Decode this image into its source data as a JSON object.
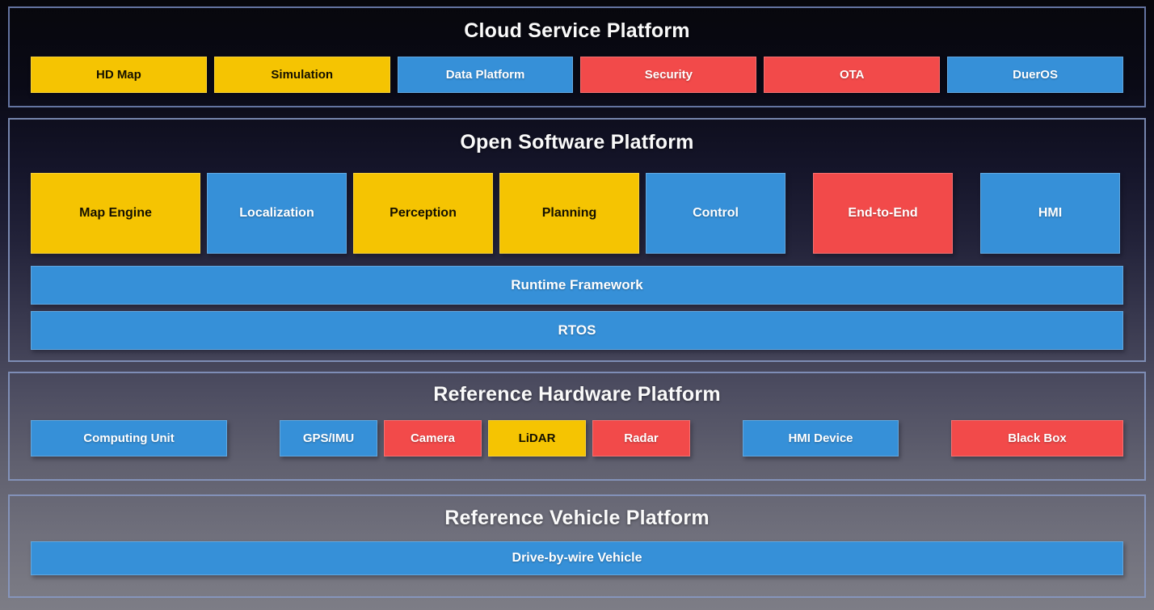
{
  "palette": {
    "yellow": "#F5C402",
    "blue": "#3690D8",
    "red": "#F24A4A",
    "panel_border": "#889AC6",
    "title_text": "#FAFAFA",
    "background_top": "#07070C",
    "background_bottom": "#7D7D86"
  },
  "sections": [
    {
      "title": "Cloud Service Platform",
      "boxes": [
        {
          "label": "HD Map",
          "color": "yellow"
        },
        {
          "label": "Simulation",
          "color": "yellow"
        },
        {
          "label": "Data Platform",
          "color": "blue"
        },
        {
          "label": "Security",
          "color": "red"
        },
        {
          "label": "OTA",
          "color": "red"
        },
        {
          "label": "DuerOS",
          "color": "blue"
        }
      ]
    },
    {
      "title": "Open Software Platform",
      "boxes": [
        {
          "label": "Map Engine",
          "color": "yellow"
        },
        {
          "label": "Localization",
          "color": "blue"
        },
        {
          "label": "Perception",
          "color": "yellow"
        },
        {
          "label": "Planning",
          "color": "yellow"
        },
        {
          "label": "Control",
          "color": "blue"
        },
        {
          "label": "End-to-End",
          "color": "red"
        },
        {
          "label": "HMI",
          "color": "blue"
        }
      ],
      "bars": [
        {
          "label": "Runtime Framework",
          "color": "blue"
        },
        {
          "label": "RTOS",
          "color": "blue"
        }
      ]
    },
    {
      "title": "Reference Hardware Platform",
      "boxes": [
        {
          "label": "Computing Unit",
          "color": "blue"
        },
        {
          "label": "GPS/IMU",
          "color": "blue"
        },
        {
          "label": "Camera",
          "color": "red"
        },
        {
          "label": "LiDAR",
          "color": "yellow"
        },
        {
          "label": "Radar",
          "color": "red"
        },
        {
          "label": "HMI Device",
          "color": "blue"
        },
        {
          "label": "Black Box",
          "color": "red"
        }
      ]
    },
    {
      "title": "Reference Vehicle Platform",
      "bars": [
        {
          "label": "Drive-by-wire Vehicle",
          "color": "blue"
        }
      ]
    }
  ]
}
